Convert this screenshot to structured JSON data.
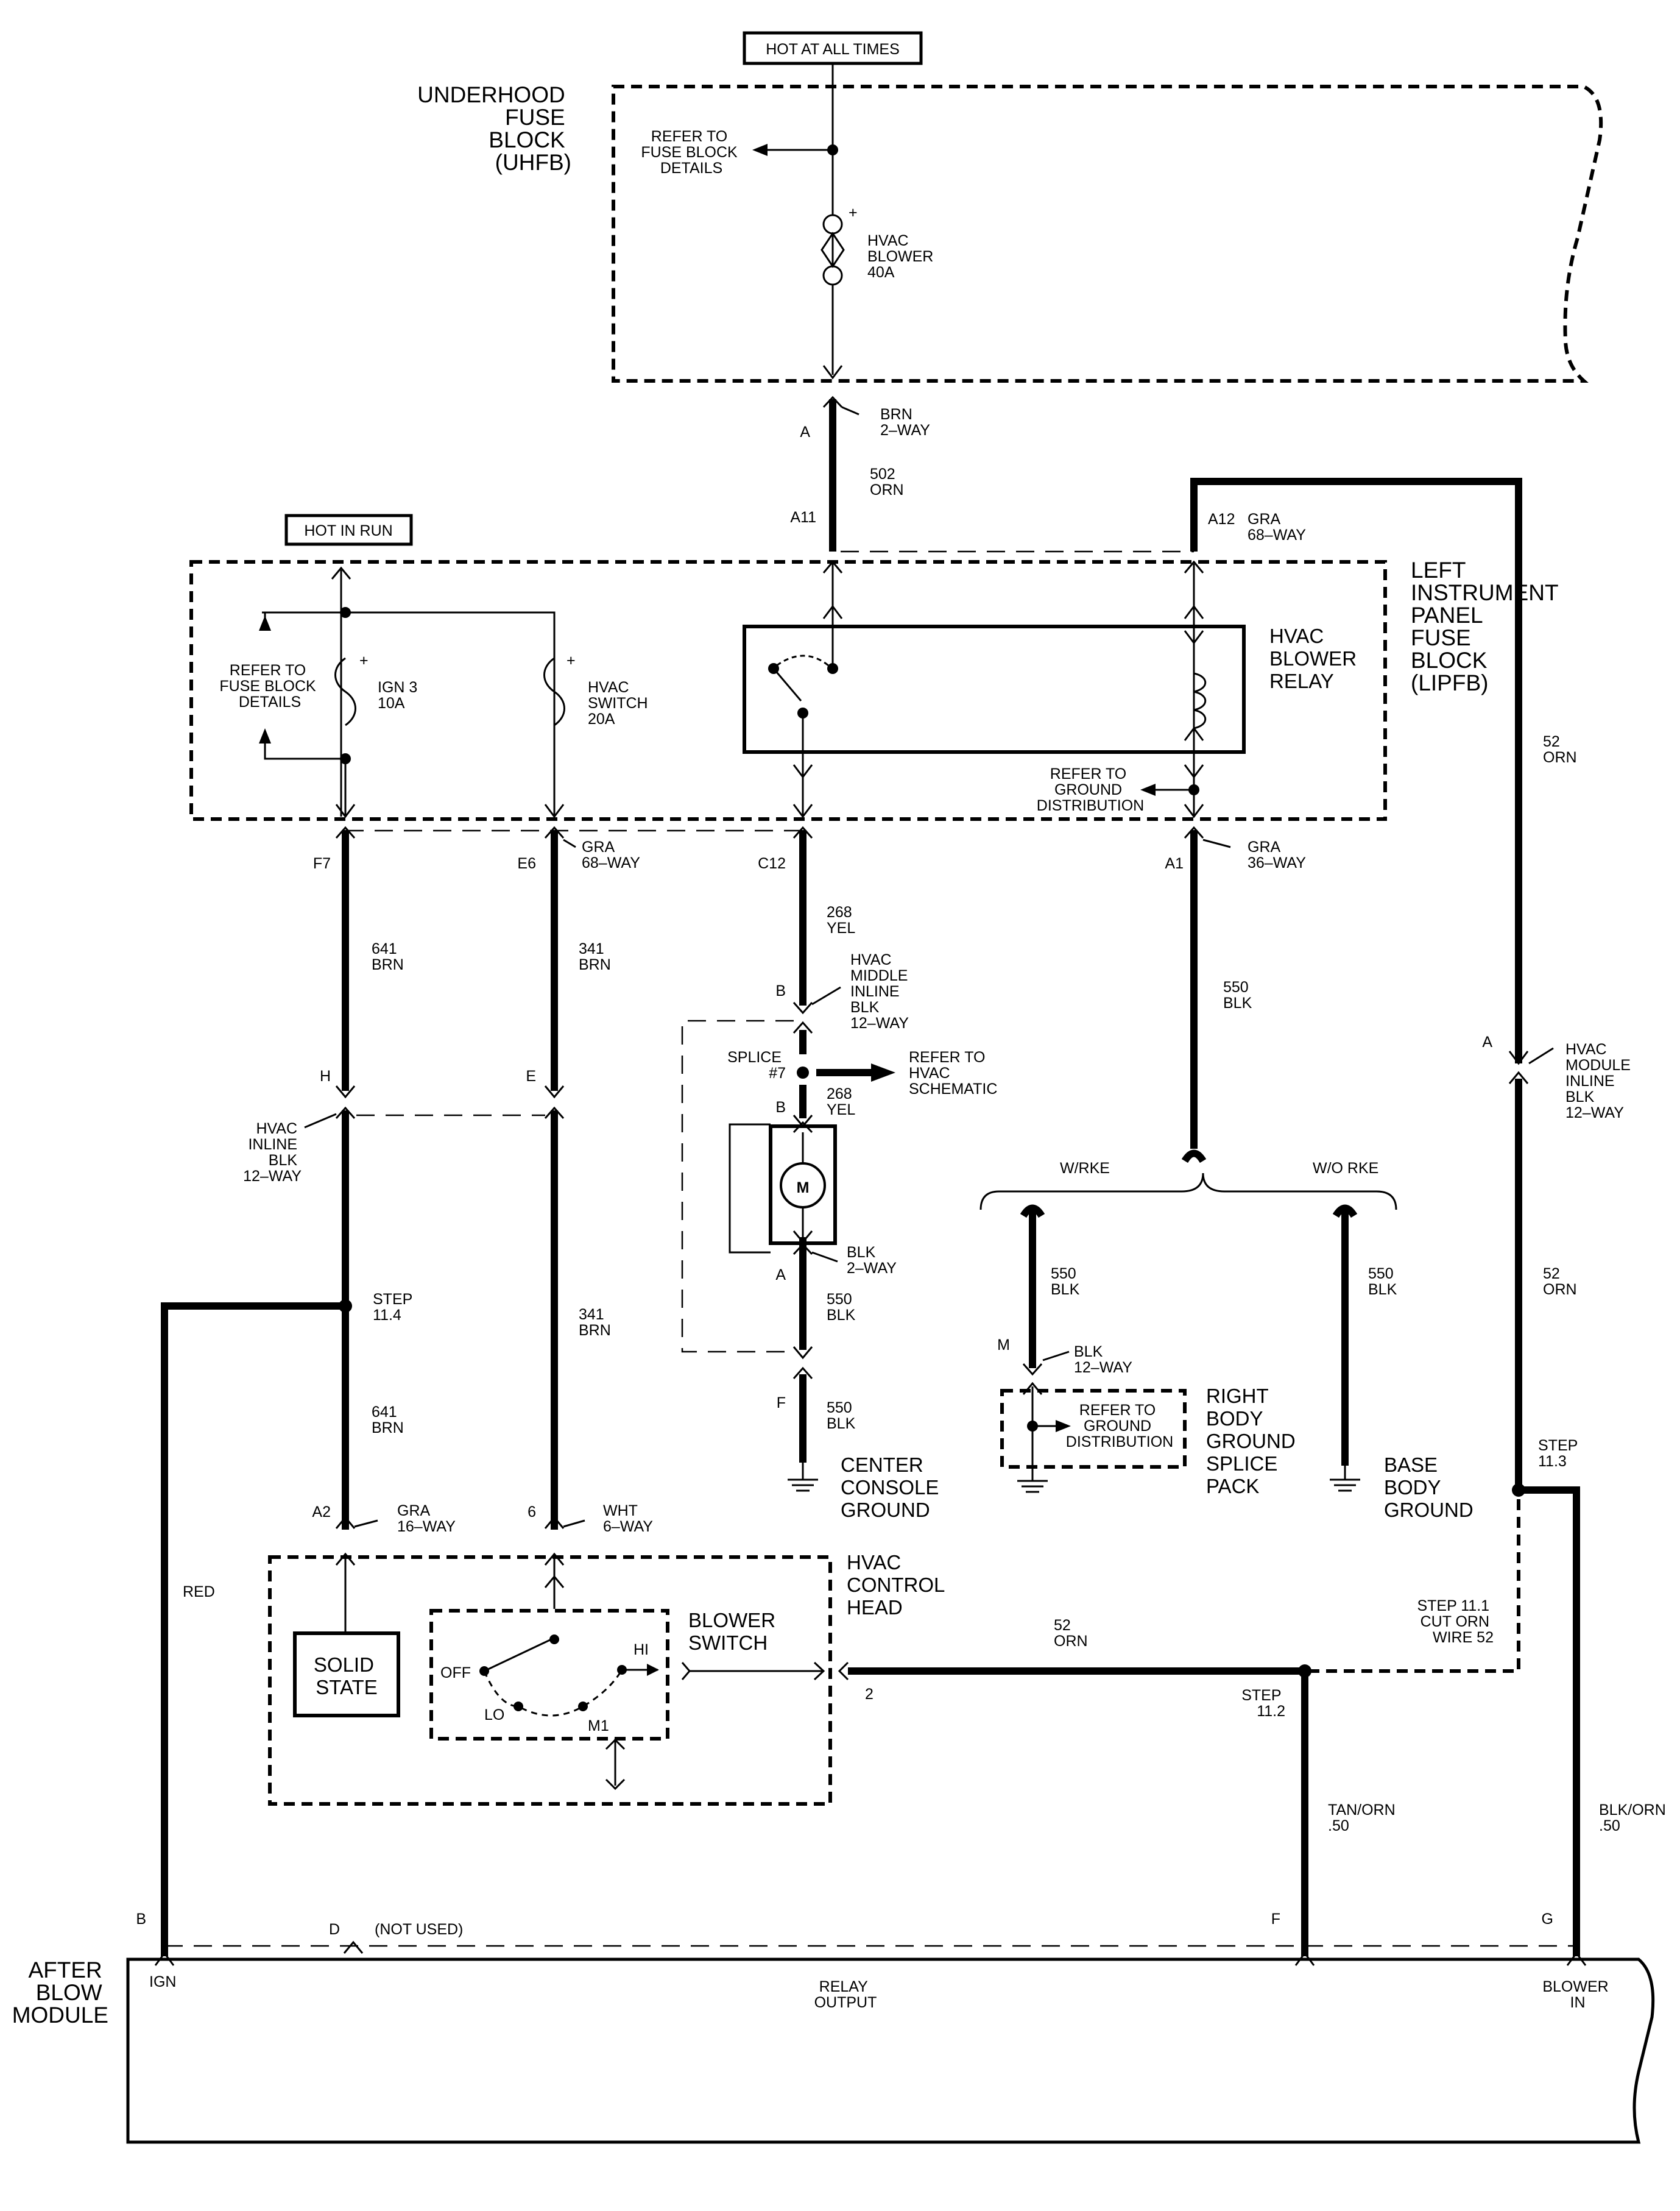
{
  "sources": {
    "hot_at_all_times": "HOT AT ALL TIMES",
    "hot_in_run": "HOT IN RUN"
  },
  "uhfb": {
    "title": [
      "UNDERHOOD",
      "FUSE",
      "BLOCK",
      "(UHFB)"
    ],
    "refer": [
      "REFER TO",
      "FUSE BLOCK",
      "DETAILS"
    ],
    "fuse": [
      "HVAC",
      "BLOWER",
      "40A"
    ],
    "plus": "+"
  },
  "connectors": {
    "a_top_pin": "A",
    "a_top_conn": [
      "BRN",
      "2–WAY"
    ],
    "w502": [
      "502",
      "ORN"
    ],
    "a11": "A11",
    "a12": "A12",
    "a12_conn": [
      "GRA",
      "68–WAY"
    ],
    "w52_top": [
      "52",
      "ORN"
    ]
  },
  "lipfb": {
    "title": [
      "LEFT",
      "INSTRUMENT",
      "PANEL",
      "FUSE",
      "BLOCK",
      "(LIPFB)"
    ],
    "refer": [
      "REFER TO",
      "FUSE BLOCK",
      "DETAILS"
    ],
    "ign_fuse": [
      "IGN 3",
      "10A"
    ],
    "sw_fuse": [
      "HVAC",
      "SWITCH",
      "20A"
    ],
    "plus": "+",
    "relay": [
      "HVAC",
      "BLOWER",
      "RELAY"
    ],
    "ground_ref": [
      "REFER TO",
      "GROUND",
      "DISTRIBUTION"
    ]
  },
  "pins_lower": {
    "f7": "F7",
    "e6": "E6",
    "e6_conn": [
      "GRA",
      "68–WAY"
    ],
    "c12": "C12",
    "a1": "A1",
    "a1_conn": [
      "GRA",
      "36–WAY"
    ]
  },
  "wires": {
    "w641a": [
      "641",
      "BRN"
    ],
    "w341a": [
      "341",
      "BRN"
    ],
    "w268a": [
      "268",
      "YEL"
    ],
    "w550a": [
      "550",
      "BLK"
    ],
    "w641b": [
      "641",
      "BRN"
    ],
    "w341b": [
      "341",
      "BRN"
    ],
    "w268b": [
      "268",
      "YEL"
    ],
    "w550b": [
      "550",
      "BLK"
    ],
    "w550c": [
      "550",
      "BLK"
    ],
    "w550rke": [
      "550",
      "BLK"
    ],
    "w550worke": [
      "550",
      "BLK"
    ],
    "w52_mid": [
      "52",
      "ORN"
    ],
    "w52_horiz": [
      "52",
      "ORN"
    ],
    "red": "RED",
    "tan_orn": [
      "TAN/ORN",
      ".50"
    ],
    "blk_orn": [
      "BLK/ORN",
      ".50"
    ]
  },
  "inline": {
    "h": "H",
    "e": "E",
    "inline_conn": [
      "HVAC",
      "INLINE",
      "BLK",
      "12–WAY"
    ],
    "b_mid": "B",
    "middle_conn": [
      "HVAC",
      "MIDDLE",
      "INLINE",
      "BLK",
      "12–WAY"
    ],
    "splice": [
      "SPLICE",
      "#7"
    ],
    "refer_hvac": [
      "REFER TO",
      "HVAC",
      "SCHEMATIC"
    ],
    "b_motor": "B",
    "motor": "M",
    "a_motor": "A",
    "motor_conn": [
      "BLK",
      "2–WAY"
    ],
    "f_pin": "F",
    "module_a": "A",
    "module_conn": [
      "HVAC",
      "MODULE",
      "INLINE",
      "BLK",
      "12–WAY"
    ]
  },
  "grounds": {
    "center": [
      "CENTER",
      "CONSOLE",
      "GROUND"
    ],
    "w_rke": "W/RKE",
    "wo_rke": "W/O RKE",
    "m_pin": "M",
    "m_conn": [
      "BLK",
      "12–WAY"
    ],
    "refer": [
      "REFER TO",
      "GROUND",
      "DISTRIBUTION"
    ],
    "right_body": [
      "RIGHT",
      "BODY",
      "GROUND",
      "SPLICE",
      "PACK"
    ],
    "base_body": [
      "BASE",
      "BODY",
      "GROUND"
    ]
  },
  "steps": {
    "s114": [
      "STEP",
      "11.4"
    ],
    "s113": [
      "STEP",
      "11.3"
    ],
    "s112": [
      "STEP",
      "11.2"
    ],
    "s111": [
      "STEP 11.1",
      "CUT ORN",
      "WIRE 52"
    ]
  },
  "control_head": {
    "a2": "A2",
    "a2_conn": [
      "GRA",
      "16–WAY"
    ],
    "p6": "6",
    "p6_conn": [
      "WHT",
      "6–WAY"
    ],
    "title": [
      "HVAC",
      "CONTROL",
      "HEAD"
    ],
    "solid_state": [
      "SOLID",
      "STATE"
    ],
    "blower_switch": [
      "BLOWER",
      "SWITCH"
    ],
    "off": "OFF",
    "hi": "HI",
    "lo": "LO",
    "m1": "M1",
    "pin2": "2"
  },
  "module": {
    "title": [
      "AFTER",
      "BLOW",
      "MODULE"
    ],
    "b": "B",
    "d": "D",
    "not_used": "(NOT USED)",
    "f": "F",
    "g": "G",
    "ign": "IGN",
    "relay_output": [
      "RELAY",
      "OUTPUT"
    ],
    "blower_in": [
      "BLOWER",
      "IN"
    ]
  }
}
